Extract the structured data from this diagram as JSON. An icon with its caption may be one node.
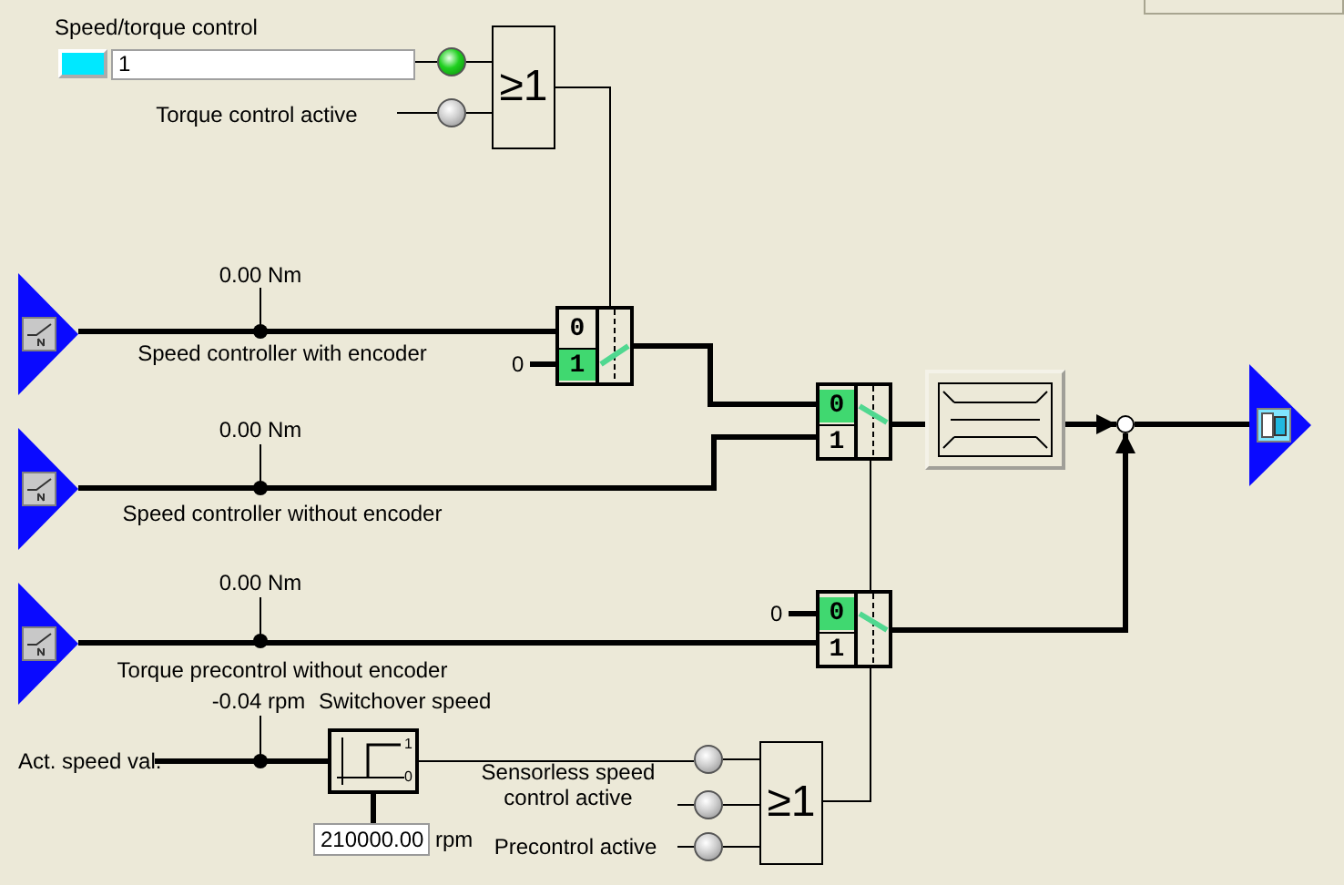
{
  "diagram": {
    "nodes": [
      {
        "text": [
          "Speed/torque control",
          "1"
        ]
      },
      {
        "text": [],
        "shape": "circle"
      },
      {
        "text": [],
        "shape": "circle"
      },
      {
        "text": [
          "≥1"
        ]
      },
      {
        "text": [],
        "shape": "triangle"
      },
      {
        "text": [
          "0",
          "1"
        ]
      },
      {
        "text": [
          "0"
        ]
      },
      {
        "text": [],
        "shape": "triangle"
      },
      {
        "text": [
          "0",
          "1"
        ]
      },
      {
        "text": [],
        "shape": "box"
      },
      {
        "text": [],
        "shape": "circle"
      },
      {
        "text": [],
        "shape": "triangle"
      },
      {
        "text": [],
        "shape": "triangle"
      },
      {
        "text": [
          "0"
        ]
      },
      {
        "text": [
          "0",
          "1"
        ]
      },
      {
        "text": [
          "Act. speed val."
        ]
      },
      {
        "text": [
          "Switchover speed",
          "1",
          "0"
        ]
      },
      {
        "text": [
          "210000.00"
        ],
        "beside": [
          "rpm"
        ]
      },
      {
        "text": [],
        "shape": "circle"
      },
      {
        "text": [],
        "shape": "circle"
      },
      {
        "text": [],
        "shape": "circle",
        "beside": [
          "Precontrol active"
        ]
      },
      {
        "text": [
          "≥1"
        ]
      }
    ],
    "edges": [
      {
        "from": 0,
        "to": 1,
        "arrow": "none"
      },
      {
        "from": null,
        "to": 2,
        "arrow": "none"
      },
      {
        "from": 1,
        "to": 3,
        "arrow": "none"
      },
      {
        "from": 2,
        "to": 3,
        "arrow": "none"
      },
      {
        "from": 3,
        "to": 5,
        "arrow": "none"
      },
      {
        "from": 4,
        "to": 5,
        "arrow": "none",
        "style": "thick"
      },
      {
        "from": 6,
        "to": 5,
        "arrow": "none",
        "style": "thick"
      },
      {
        "from": 5,
        "to": 8,
        "arrow": "none",
        "style": "thick"
      },
      {
        "from": 7,
        "to": 8,
        "arrow": "none",
        "style": "thick"
      },
      {
        "from": 8,
        "to": 9,
        "arrow": "none",
        "style": "thick"
      },
      {
        "from": 9,
        "to": 10,
        "arrow": "to",
        "style": "thick"
      },
      {
        "from": 10,
        "to": 11,
        "arrow": "none",
        "style": "thick"
      },
      {
        "from": 12,
        "to": 14,
        "arrow": "none",
        "style": "thick"
      },
      {
        "from": 13,
        "to": 14,
        "arrow": "none",
        "style": "thick"
      },
      {
        "from": 14,
        "to": 10,
        "arrow": "to",
        "style": "thick"
      },
      {
        "from": 21,
        "to": 14,
        "arrow": "none"
      },
      {
        "from": 14,
        "to": 8,
        "arrow": "none"
      },
      {
        "from": 15,
        "to": 16,
        "arrow": "none",
        "style": "thick"
      },
      {
        "from": 17,
        "to": 16,
        "arrow": "none",
        "style": "thick"
      },
      {
        "from": 16,
        "to": 18,
        "arrow": "none"
      },
      {
        "from": null,
        "to": 19,
        "arrow": "none"
      },
      {
        "from": null,
        "to": 20,
        "arrow": "none"
      },
      {
        "from": 18,
        "to": 21,
        "arrow": "none"
      },
      {
        "from": 19,
        "to": 21,
        "arrow": "none"
      },
      {
        "from": 20,
        "to": 21,
        "arrow": "none"
      }
    ],
    "labels": [
      "Torque control active",
      "0.00 Nm",
      "Speed controller with encoder",
      "0.00 Nm",
      "Speed controller without encoder",
      "0.00 Nm",
      "Torque precontrol without encoder",
      "-0.04 rpm",
      "Sensorless speed control active"
    ]
  }
}
